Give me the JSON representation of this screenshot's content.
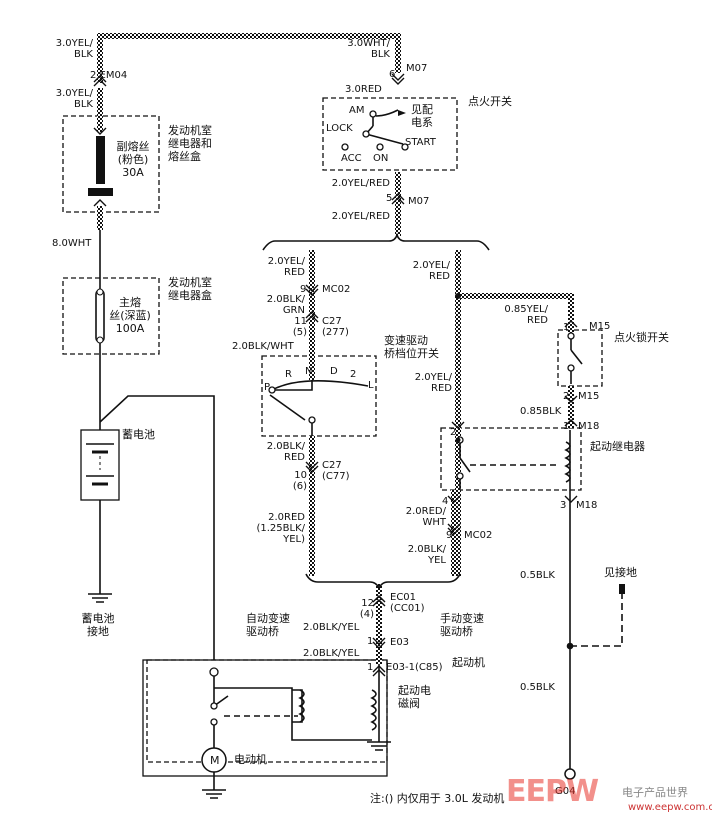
{
  "top_left": {
    "wire1": "3.0YEL/\nBLK",
    "connector": "2  EM04",
    "wire2": "3.0YEL/\nBLK"
  },
  "sub_fuse": {
    "label": "副熔丝\n(粉色)\n30A",
    "box_label": "发动机室\n继电器和\n熔丝盒"
  },
  "wire_8wht": "8.0WHT",
  "main_fuse": {
    "label": "主熔\n丝(深蓝)\n100A",
    "box_label": "发动机室\n继电器盒"
  },
  "battery": {
    "label": "蓄电池",
    "ground_label": "蓄电池\n接地"
  },
  "ignition": {
    "wire_in": "3.0WHT/\nBLK",
    "pin_in": "6",
    "conn_in": "M07",
    "wire_red": "3.0RED",
    "am": "AM",
    "lock": "LOCK",
    "acc": "ACC",
    "on": "ON",
    "start": "START",
    "see": "见配\n电系",
    "title": "点火开关",
    "wire_out": "2.0YEL/RED",
    "pin_out": "5",
    "conn_out": "M07",
    "wire_out2": "2.0YEL/RED"
  },
  "left_branch": {
    "wire1": "2.0YEL/\nRED",
    "pin1": "9",
    "conn1": "MC02",
    "wire2": "2.0BLK/\nGRN",
    "pin2": "11\n(5)",
    "conn2": "C27\n(277)",
    "wire3": "2.0BLK/WHT",
    "switch_label": "变速驱动\n桥档位开关",
    "pos": [
      "P",
      "R",
      "N",
      "D",
      "2",
      "L"
    ],
    "wire4": "2.0BLK/\nRED",
    "pin4": "10\n(6)",
    "conn4": "C27\n(C77)",
    "wire5": "2.0RED\n(1.25BLK/\nYEL)"
  },
  "right_branch": {
    "wire1": "2.0YEL/\nRED",
    "wire_yel": "0.85YEL/\nRED",
    "pin_m15a": "1",
    "conn_m15a": "M15",
    "lock_switch": "点火锁开关",
    "pin_m15b": "2",
    "conn_m15b": "M15",
    "wire_blk": "0.85BLK",
    "wire2": "2.0YEL/\nRED",
    "pin_m18a": "1",
    "conn_m18a": "M18",
    "relay_pin2": "2",
    "relay_label": "起动继电器",
    "relay_pin4": "4",
    "relay_pin3": "3",
    "conn_m18b": "M18",
    "wire3": "2.0RED/\nWHT",
    "pin3": "9",
    "conn3": "MC02",
    "wire4": "2.0BLK/\nYEL",
    "wire_05a": "0.5BLK",
    "see_ground": "见接地",
    "wire_05b": "0.5BLK",
    "ground": "G04"
  },
  "bottom": {
    "pin_ec01": "12\n(4)",
    "conn_ec01": "EC01\n(CC01)",
    "auto_label": "自动变速\n驱动桥",
    "manual_label": "手动变速\n驱动桥",
    "wire1": "2.0BLK/YEL",
    "pin_e03": "1",
    "conn_e03": "E03",
    "wire2": "2.0BLK/YEL",
    "pin_e031": "1",
    "conn_e031": "E03-1(C85)",
    "starter": "起动机",
    "solenoid": "起动电\n磁阀",
    "motor_m": "M",
    "motor": "电动机",
    "note": "注:() 内仅用于 3.0L 发动机"
  },
  "watermark": {
    "logo": "EEPW",
    "sub": "电子产品世界",
    "url": "www.eepw.com.cn"
  }
}
